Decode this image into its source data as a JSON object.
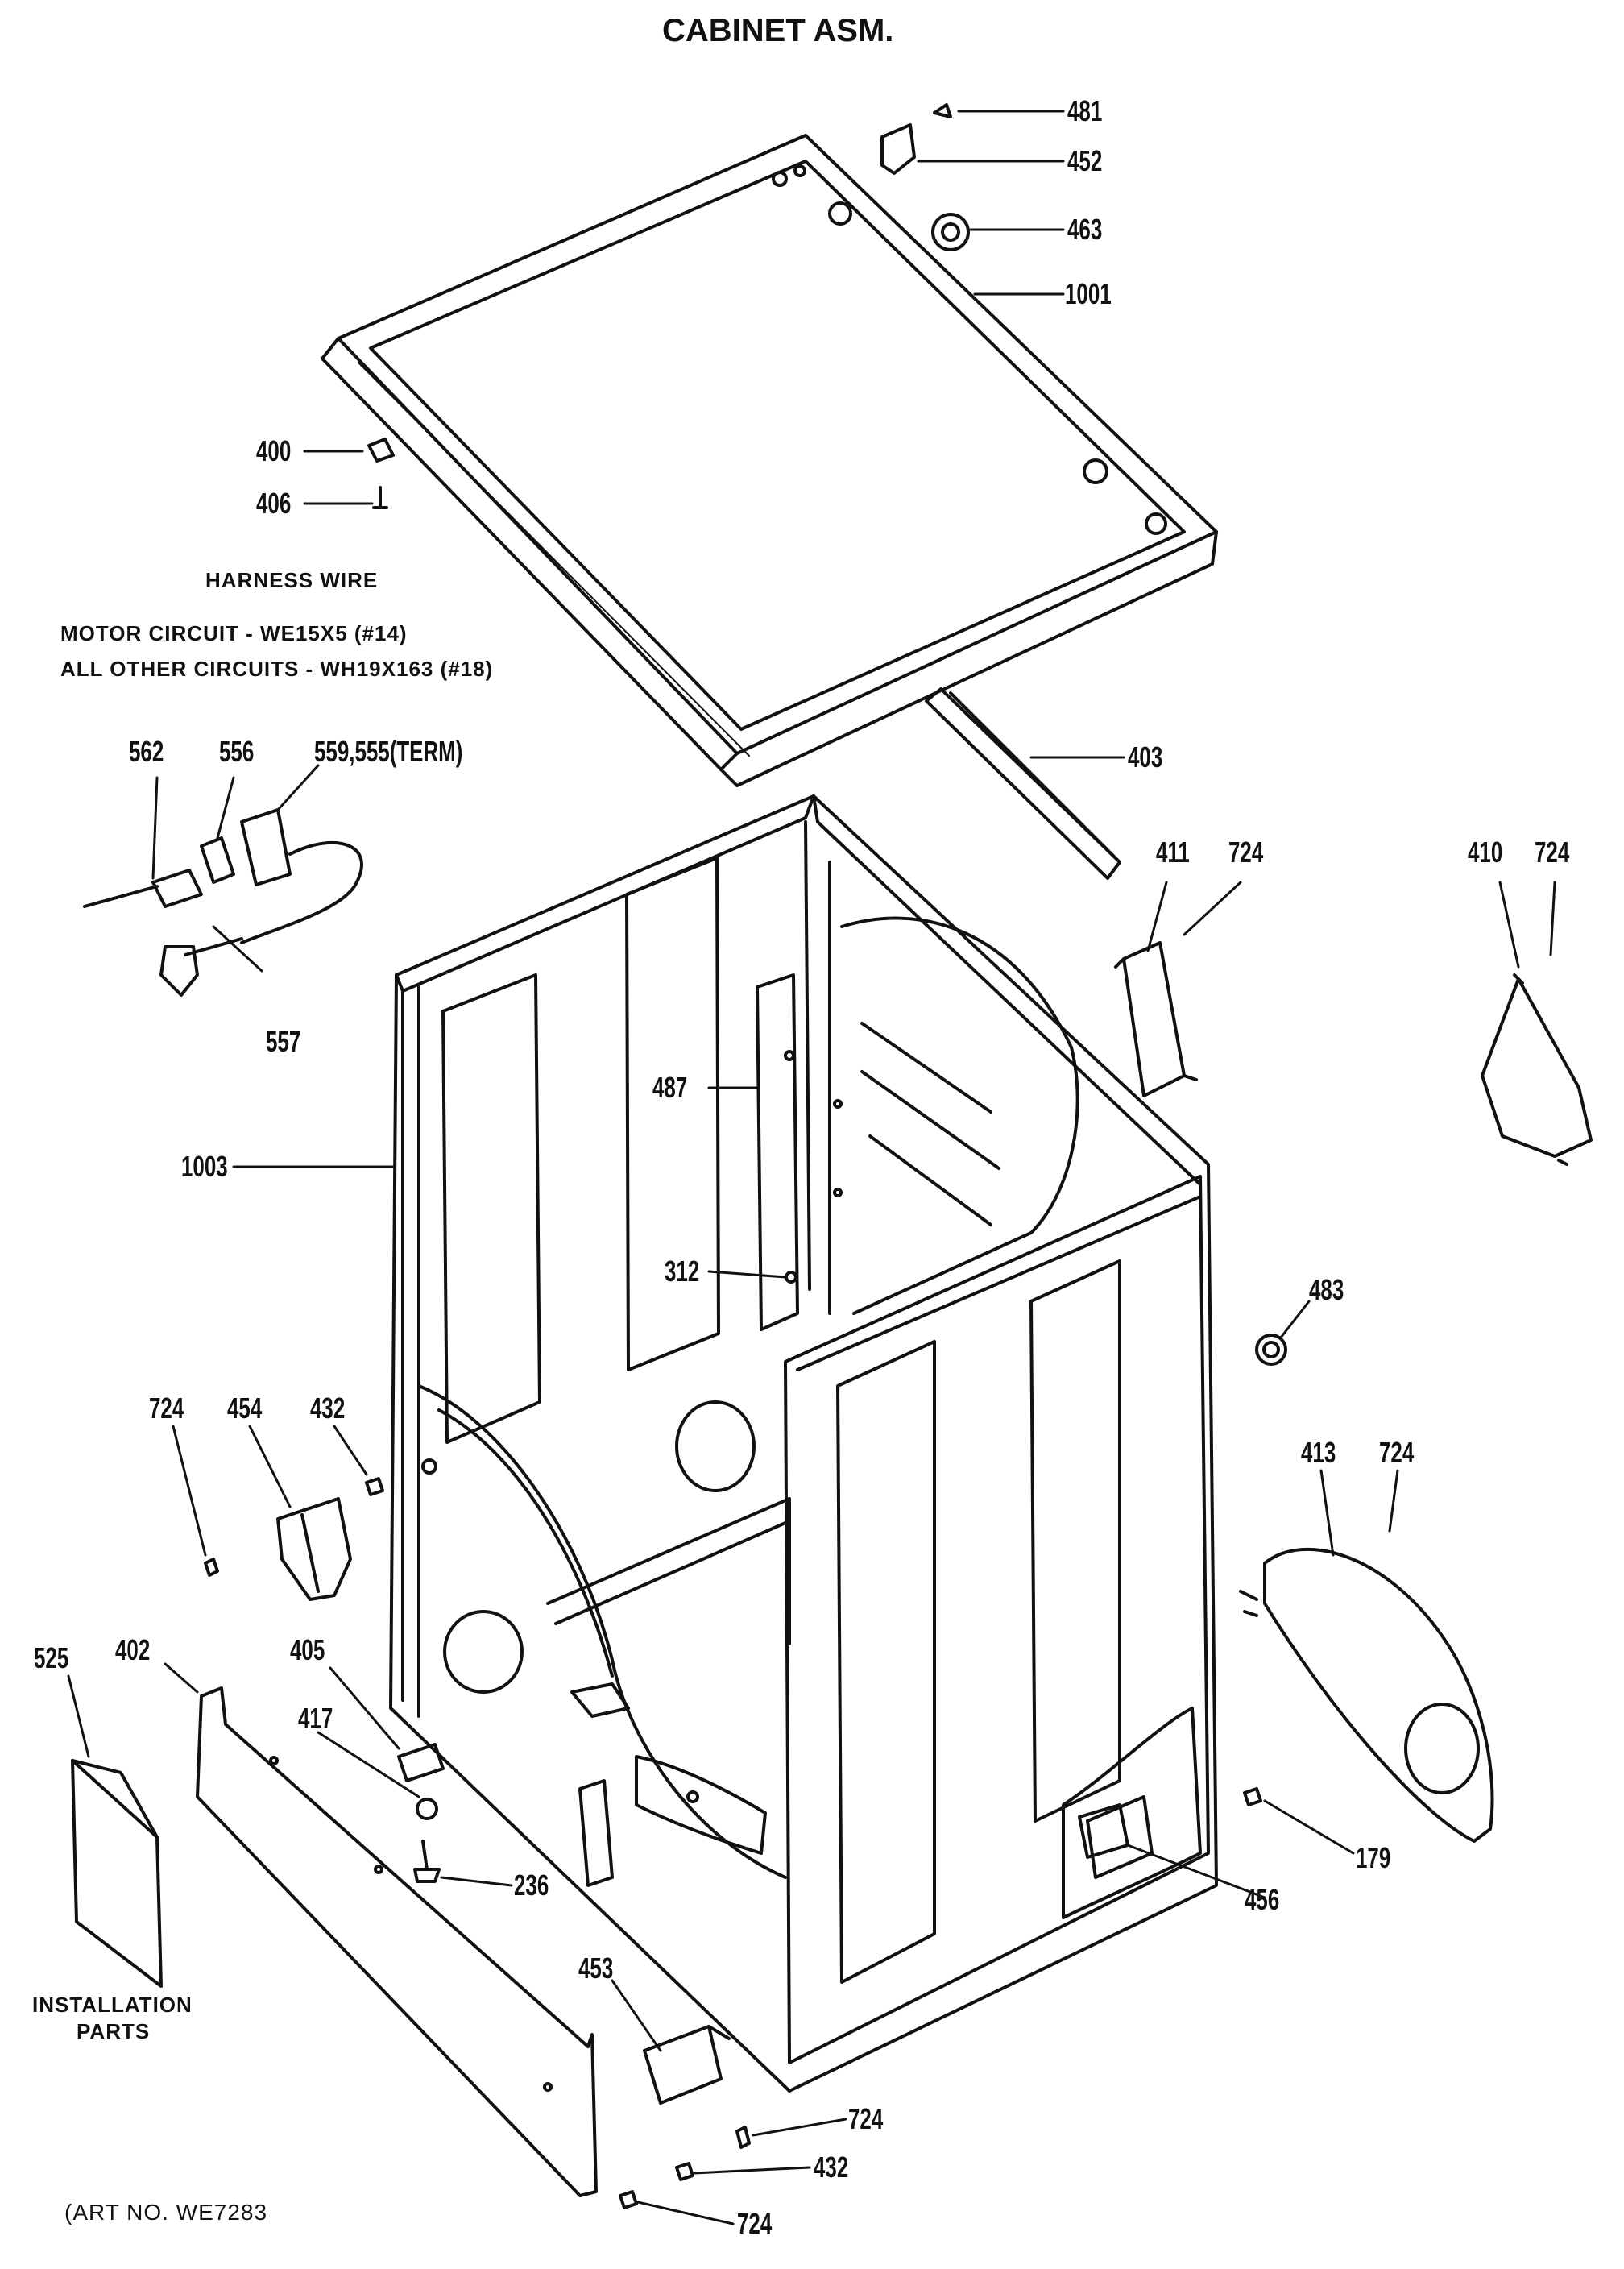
{
  "title": "CABINET ASM.",
  "harness": {
    "heading": "HARNESS WIRE",
    "line1": "MOTOR CIRCUIT - WE15X5 (#14)",
    "line2": "ALL OTHER CIRCUITS - WH19X163 (#18)"
  },
  "installation": {
    "line1": "INSTALLATION",
    "line2": "PARTS"
  },
  "art_no": "(ART NO. WE7283",
  "callouts": {
    "c481": "481",
    "c452": "452",
    "c463": "463",
    "c1001": "1001",
    "c400": "400",
    "c406": "406",
    "c562": "562",
    "c556": "556",
    "c559": "559,555(TERM)",
    "c557": "557",
    "c403": "403",
    "c411": "411",
    "c724a": "724",
    "c410": "410",
    "c724b": "724",
    "c487": "487",
    "c1003": "1003",
    "c312": "312",
    "c483": "483",
    "c724c": "724",
    "c454": "454",
    "c432a": "432",
    "c413": "413",
    "c724d": "724",
    "c525": "525",
    "c402": "402",
    "c405": "405",
    "c417": "417",
    "c236": "236",
    "c179": "179",
    "c456": "456",
    "c453": "453",
    "c724e": "724",
    "c432b": "432",
    "c724f": "724"
  }
}
